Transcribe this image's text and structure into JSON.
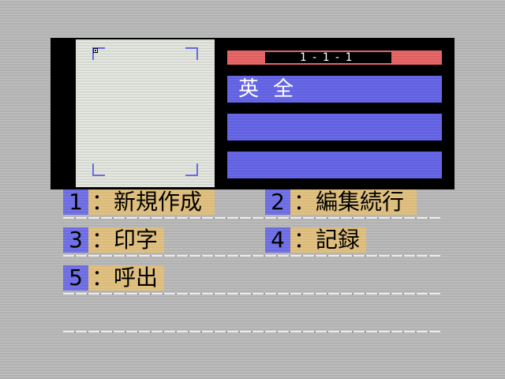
{
  "document": {
    "page_indicator": "1-1-1",
    "font_line": "英全",
    "line2": "",
    "line3": ""
  },
  "menu": [
    {
      "key": "1",
      "label": "：新規作成"
    },
    {
      "key": "2",
      "label": "：編集続行"
    },
    {
      "key": "3",
      "label": "：印字"
    },
    {
      "key": "4",
      "label": "：記録"
    },
    {
      "key": "5",
      "label": "：呼出"
    }
  ],
  "colors": {
    "panel": "#000000",
    "accent_red": "#e06868",
    "accent_blue": "#6464e0",
    "menu_tan": "#dcbc7c",
    "background": "#b8b8b8"
  }
}
